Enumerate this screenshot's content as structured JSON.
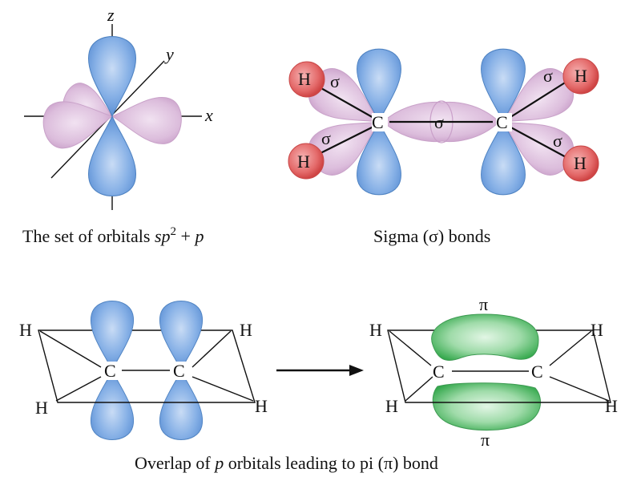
{
  "panel1": {
    "axis_z": "z",
    "axis_y": "y",
    "axis_x": "x",
    "caption_prefix": "The set of orbitals ",
    "caption_sp": "sp",
    "caption_sup": "2",
    "caption_plus": " + ",
    "caption_p": "p"
  },
  "panel2": {
    "atom_C": "C",
    "atom_H": "H",
    "sigma": "σ",
    "caption": "Sigma (σ) bonds"
  },
  "panel3": {
    "atom_C": "C",
    "atom_H": "H"
  },
  "panel4": {
    "atom_C": "C",
    "atom_H": "H",
    "pi": "π"
  },
  "caption_bottom_prefix": "Overlap of ",
  "caption_bottom_p": "p",
  "caption_bottom_suffix": " orbitals leading to pi (π) bond",
  "colors": {
    "p_orbital": "#6fa0de",
    "sp2_orbital": "#d8b3d8",
    "pi_bond": "#59c36d",
    "hydrogen": "#e35a5a"
  }
}
